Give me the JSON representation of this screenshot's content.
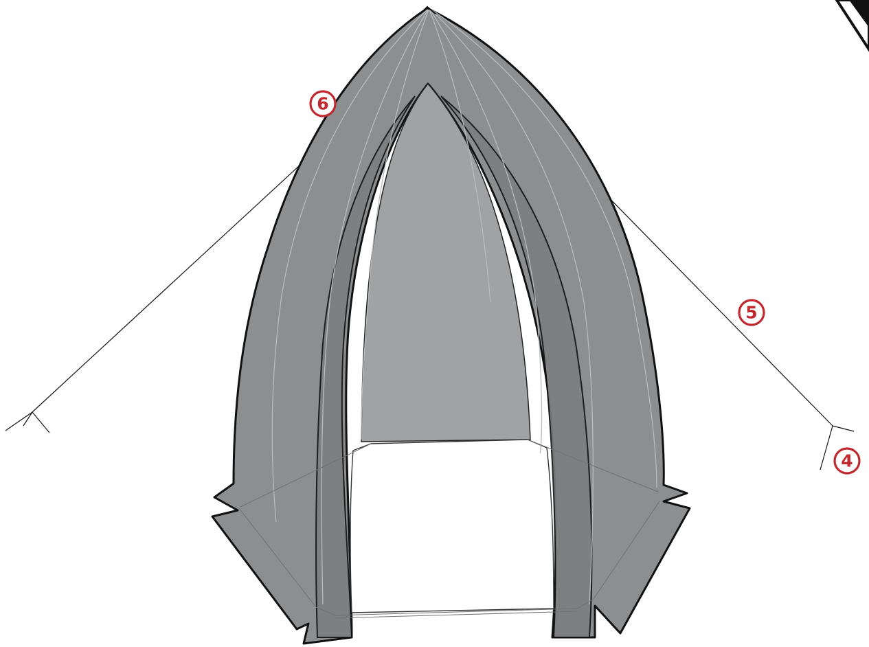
{
  "callouts": [
    {
      "id": "tie-out-label",
      "number": "6"
    },
    {
      "id": "guy-line-label",
      "number": "5"
    },
    {
      "id": "stake-label",
      "number": "4"
    }
  ],
  "colors": {
    "tent_fabric": "#8c8e90",
    "tent_interior": "#a0a2a4",
    "callout_red": "#c0282f",
    "outline": "#111111"
  }
}
